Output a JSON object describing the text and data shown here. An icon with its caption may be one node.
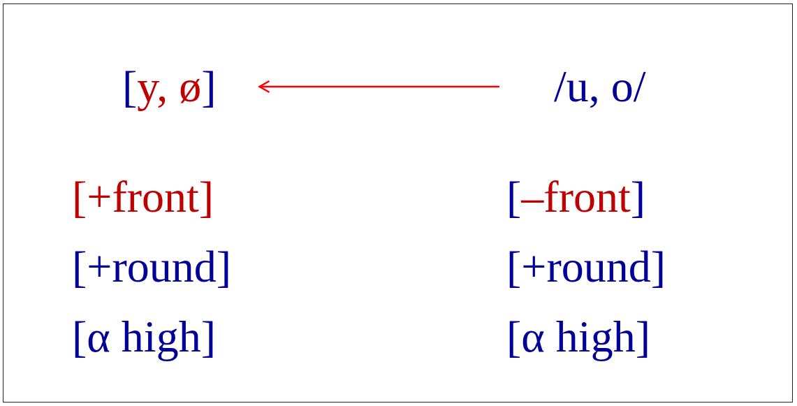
{
  "diagram": {
    "nodes": [
      {
        "text": [
          "[y, ø]"
        ]
      },
      {
        "text": [
          "/u, o/"
        ]
      }
    ],
    "edges": [
      {
        "from": 1,
        "to": 0,
        "arrow": "to",
        "color": "#ff0000"
      }
    ],
    "labels": [
      "[+front]",
      "[–front]",
      "[+round]",
      "[+round]",
      "[α high]",
      "[α high]"
    ]
  }
}
